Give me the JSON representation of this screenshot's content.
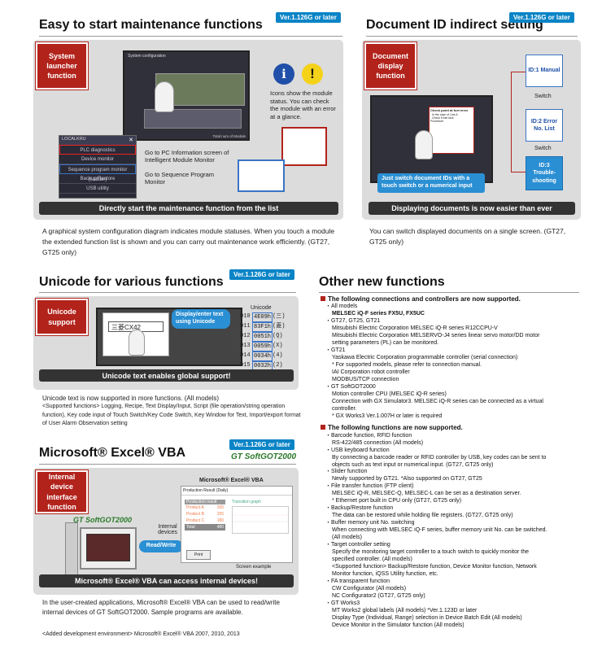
{
  "maintenance": {
    "title": "Easy to start maintenance functions",
    "version": "Ver.1.126G or later",
    "badge": "System launcher function",
    "icons_note": "Icons show the module status. You can check the module with an error at a glance.",
    "callout_pc": "Go to PC Information screen of Intelligent Module Monitor",
    "callout_seq": "Go to Sequence Program Monitor",
    "menu_title": "LOCALKRU",
    "menu_items": [
      "PLC diagnostics",
      "Device monitor",
      "Sequence program monitor (Ladder)",
      "Backup/Restore",
      "USB utility"
    ],
    "screen_title": "System configuration",
    "screen_footer": "Total num of Module",
    "bar": "Directly start the maintenance function from the list",
    "desc": "A graphical system configuration diagram indicates module statuses. When you touch a module the extended function list is shown and you can carry out maintenance work efficiently. (GT27, GT25 only)"
  },
  "document": {
    "title": "Document ID indirect setting",
    "version": "Ver.1.126G or later",
    "badge": "Document display function",
    "ids": [
      {
        "label": "ID:1 Manual"
      },
      {
        "label": "ID:2 Error No. List"
      },
      {
        "label": "ID:3 Trouble-shooting"
      }
    ],
    "switch_label": "Switch",
    "note": "Just switch document IDs with a touch switch or a numerical input",
    "screen_heading": "Check point at fuel error",
    "screen_line1": "In the case of Line A",
    "screen_line2": "Check if fuel lack",
    "screen_proc": "Procedure",
    "bar": "Displaying documents is now easier than ever",
    "desc": "You can switch displayed documents on a single screen. (GT27, GT25 only)"
  },
  "unicode": {
    "title": "Unicode for various functions",
    "version": "Ver.1.126G or later",
    "badge": "Unicode support",
    "input_value": "三菱CX42",
    "display_label": "Display/enter text using Unicode",
    "table_title": "Unicode",
    "rows": [
      {
        "dev": "D10",
        "code": "4E09h",
        "char": "(三)"
      },
      {
        "dev": "D11",
        "code": "83F1h",
        "char": "(菱)"
      },
      {
        "dev": "D12",
        "code": "0051h",
        "char": "(Q)"
      },
      {
        "dev": "D13",
        "code": "0059h",
        "char": "(X)"
      },
      {
        "dev": "D14",
        "code": "0034h",
        "char": "(4)"
      },
      {
        "dev": "D15",
        "code": "0032h",
        "char": "(2)"
      }
    ],
    "bar": "Unicode text enables global support!",
    "desc1": "Unicode text is now supported in more functions. (All models)",
    "desc2": "<Supported functions> Logging, Recipe, Text Display/Input, Script (file operation/string operation function), Key code input of Touch Switch/Key Code Switch, Key Window for Text, Import/export format of User Alarm Observation setting"
  },
  "excel": {
    "title": "Microsoft® Excel® VBA",
    "version": "Ver.1.126G or later",
    "product": "GT SoftGOT2000",
    "badge": "Internal device interface function",
    "internal_devices": "Internal devices",
    "read_write": "Read/Write",
    "sheet_title": "Microsoft® Excel® VBA",
    "sheet_header": "Production Result (Daily)",
    "table_head": "Production result",
    "table_rows": [
      {
        "name": "Product A",
        "value": "165"
      },
      {
        "name": "Product B",
        "value": "155"
      },
      {
        "name": "Product C",
        "value": "180"
      },
      {
        "name": "Total",
        "value": "480"
      }
    ],
    "graph_title": "Transition graph",
    "print_label": "Print",
    "screen_example": "Screen example",
    "bar": "Microsoft® Excel® VBA can access internal devices!",
    "desc1": "In the user-created applications, Microsoft® Excel® VBA can be used to read/write internal devices of GT SoftGOT2000. Sample programs are available.",
    "desc2": "<Added development environment> Microsoft® Excel® VBA 2007, 2010, 2013"
  },
  "other": {
    "title": "Other new functions",
    "head1": "The following connections and controllers are now supported.",
    "group1": [
      {
        "t": "All models",
        "s": [
          "MELSEC iQ-F series FX5U, FX5UC"
        ]
      },
      {
        "t": "GT27, GT25, GT21",
        "s": [
          "Mitsubishi Electric Corporation MELSEC iQ-R series R12CCPU-V",
          "Mitsubishi Electric Corporation MELSERVO-J4 series linear servo motor/DD motor",
          "setting parameters (PL) can be monitored."
        ]
      },
      {
        "t": "GT21",
        "s": [
          "Yaskawa Electric Corporation programmable controller (serial connection)",
          "* For supported models, please refer to connection manual.",
          "IAI Corporation robot controller",
          "MODBUS/TCP connection"
        ]
      },
      {
        "t": "GT SoftGOT2000",
        "s": [
          "Motion controller CPU (MELSEC iQ-R series)",
          "Connection with GX Simulator3. MELSEC iQ-R series can be connected as a virtual",
          "controller.",
          "* GX Works3 Ver.1.007H or later is required"
        ]
      }
    ],
    "head2": "The following functions are now supported.",
    "group2": [
      {
        "t": "Barcode function, RFID function",
        "s": [
          "RS-422/485 connection (All models)"
        ]
      },
      {
        "t": "USB keyboard function",
        "s": [
          "By connecting a barcode reader or RFID controller by USB, key codes can be sent to",
          "objects such as text input or numerical input. (GT27, GT25 only)"
        ]
      },
      {
        "t": "Slider function",
        "s": [
          "Newly supported by GT21. *Also supported on GT27, GT25"
        ]
      },
      {
        "t": "File transfer function (FTP client)",
        "s": [
          "MELSEC iQ-R, MELSEC-Q, MELSEC-L can be set as a destination server.",
          "* Ethernet port built in CPU only (GT27, GT25 only)"
        ]
      },
      {
        "t": "Backup/Restore function",
        "s": [
          "The data can be restored while holding file registers. (GT27, GT25 only)"
        ]
      },
      {
        "t": "Buffer memory unit No. switching",
        "s": [
          "When connecting with MELSEC iQ-F series, buffer memory unit No. can be switched.",
          "(All models)"
        ]
      },
      {
        "t": "Target controller setting",
        "s": [
          "Specify the monitoring target controller to a touch switch to quickly monitor the",
          "specified controller. (All models)",
          "<Supported function> Backup/Restore function, Device Monitor function, Network",
          "Monitor function, iQSS Utility function, etc."
        ]
      },
      {
        "t": "FA transparent function",
        "s": [
          "CW Configurator (All models)",
          "NC Configurator2 (GT27, GT25 only)"
        ]
      },
      {
        "t": "GT Works3",
        "s": [
          "MT Works2 global labels (All models) *Ver.1.123D or later",
          "Display Type (Individual, Range) selection in Device Batch Edit (All models)",
          "Device Monitor in the Simulator function (All models)"
        ]
      }
    ]
  }
}
